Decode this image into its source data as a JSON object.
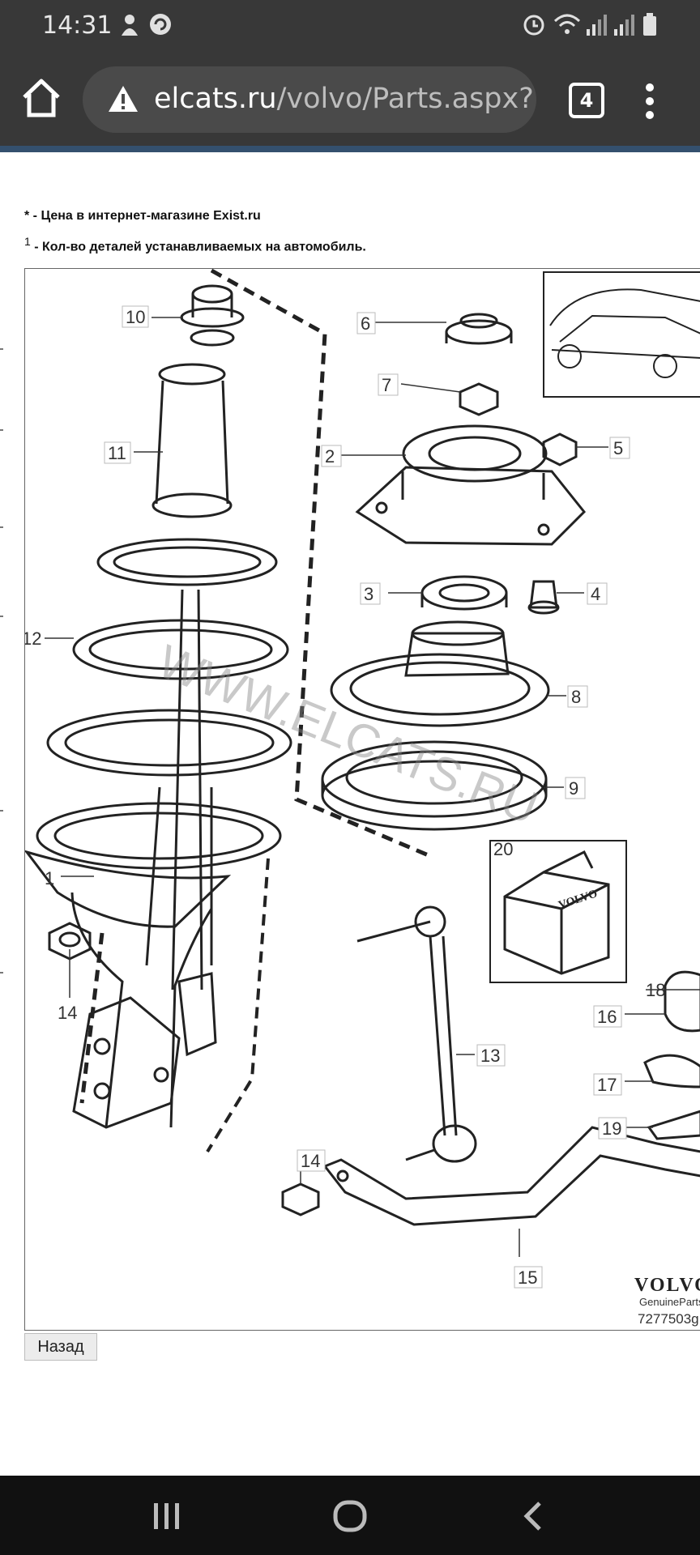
{
  "status_bar": {
    "time": "14:31"
  },
  "browser": {
    "url_domain": "elcats.ru",
    "url_path": "/volvo/Parts.aspx?",
    "tab_count": "4"
  },
  "notes": {
    "price_marker": "*",
    "price_note": " - Цена в интернет-магазине Exist.ru",
    "qty_marker": "1",
    "qty_note": " - Кол-во деталей устанавливаемых на автомобиль."
  },
  "diagram": {
    "callouts": [
      "10",
      "11",
      "12",
      "1",
      "14",
      "6",
      "7",
      "2",
      "5",
      "3",
      "4",
      "8",
      "9",
      "20",
      "18",
      "13",
      "16",
      "17",
      "19",
      "14",
      "15"
    ],
    "watermark": "WWW.ELCATS.RU",
    "kit_brand": "VOLVO",
    "brand": "VOLVO",
    "brand_sub": "GenuineParts",
    "part_code": "7277503g"
  },
  "back_button": {
    "label": "Назад"
  }
}
